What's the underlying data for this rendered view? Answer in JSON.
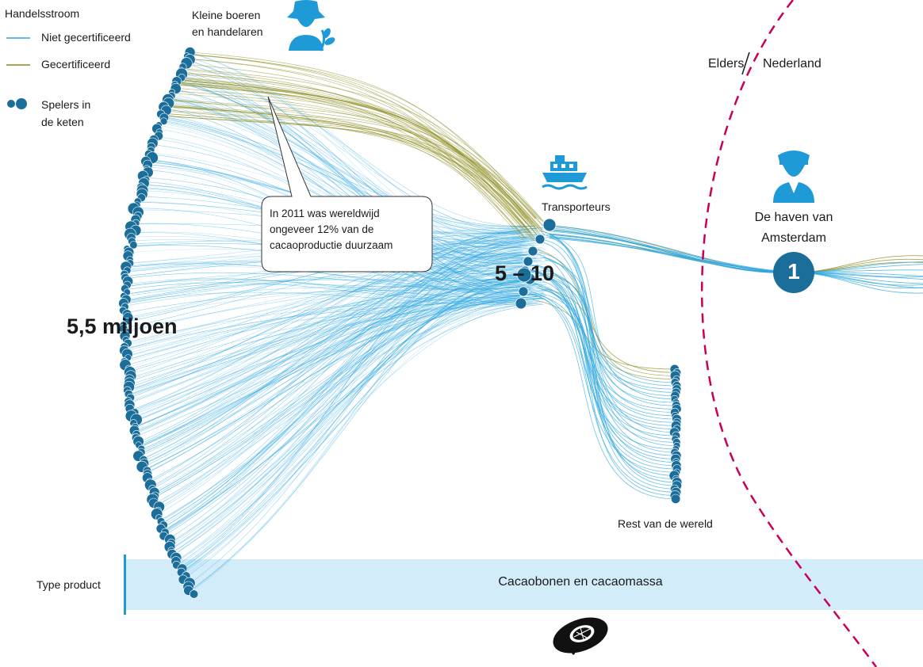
{
  "legend": {
    "title": "Handelsstroom",
    "items": [
      {
        "label": "Niet gecertificeerd",
        "color": "#2ea7e0"
      },
      {
        "label": "Gecertificeerd",
        "color": "#8a8a1e"
      },
      {
        "label": "Spelers in\nde keten",
        "color": "#1b6e9a"
      }
    ]
  },
  "nodes": {
    "farmers": {
      "label": "Kleine boeren\nen handelaren",
      "count": "5,5 miljoen"
    },
    "transporters": {
      "label": "Transporteurs",
      "count": "5 – 10"
    },
    "port": {
      "label": "De haven van\nAmsterdam",
      "count": "1"
    },
    "rest": {
      "label": "Rest van de wereld"
    }
  },
  "regions": {
    "left": "Elders",
    "right": "Nederland"
  },
  "callout": {
    "lines": [
      "In 2011 was wereldwijd",
      "ongeveer 12% van de",
      "cacaoproductie duurzaam"
    ]
  },
  "product": {
    "label": "Type product",
    "value": "Cacaobonen en cacaomassa"
  },
  "colors": {
    "uncertified": "#2ea7e0",
    "certified": "#8a8a1e",
    "node": "#1b6e9a",
    "band": "#d3ecf9",
    "border": "#c8005a",
    "icon": "#1e9ad6"
  },
  "icons": [
    "farmer-icon",
    "ship-icon",
    "port-officer-icon",
    "cocoa-bean-icon"
  ]
}
